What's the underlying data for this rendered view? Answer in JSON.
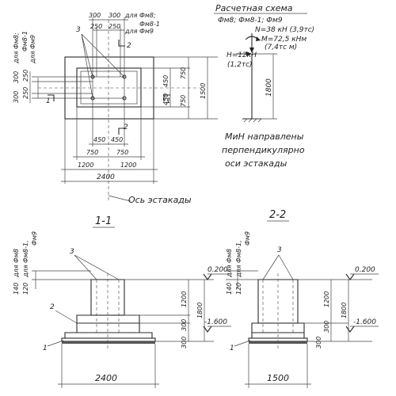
{
  "plan": {
    "dim_top_300a": "300",
    "dim_top_300b": "300",
    "note_fm8": "для Фм8;",
    "note_fm8_1": "Фм8-1",
    "dim_250a": "250",
    "dim_250b": "250",
    "note_fm9": "для Фм9",
    "callout_3": "3",
    "section_mark_1": "1",
    "section_mark_2": "2",
    "left_300a": "300",
    "left_300b": "300",
    "left_note_fm8": "для Фм8;",
    "left_note_fm8_1": "Фм8-1",
    "left_250a": "250",
    "left_250b": "250",
    "left_note_fm9": "для Фм9",
    "right_450a": "450",
    "right_450b": "450",
    "right_750a": "750",
    "right_750b": "750",
    "right_1500": "1500",
    "bot_450a": "450",
    "bot_450b": "450",
    "bot_750a": "750",
    "bot_750b": "750",
    "bot_1200a": "1200",
    "bot_1200b": "1200",
    "bot_2400": "2400",
    "axis_label": "Ось эстакады"
  },
  "scheme": {
    "title": "Расчетная схема",
    "subtitle": "Фм8; Фм8-1; Фм9",
    "n_load": "N=38 кН (3,9тс)",
    "m_load": "М=72,5 кНм",
    "m_load_alt": "(7,4тс м)",
    "h_load": "Н=12кН",
    "h_load_alt": "(1,2тс)",
    "height": "1800",
    "note_line1": "МиН направлены",
    "note_line2": "перпендикулярно",
    "note_line3": "оси эстакады"
  },
  "section1": {
    "title": "1-1",
    "label_140": "140",
    "label_120": "120",
    "label_fm8": "для Фм8",
    "label_fm8_1": "для Фм8-1,",
    "label_fm9": "Фм9",
    "callout_3": "3",
    "callout_2": "2",
    "callout_1": "1",
    "elev_top": "0.200",
    "elev_bottom": "-1.600",
    "dim_1200": "1200",
    "dim_1800": "1800",
    "dim_300a": "300",
    "dim_300b": "300",
    "dim_width": "2400"
  },
  "section2": {
    "title": "2-2",
    "label_140": "140",
    "label_120": "120",
    "label_fm8": "для Фм8",
    "label_fm8_1": "для Фм8-1,",
    "label_fm9": "Фм9",
    "callout_3": "3",
    "callout_1": "1",
    "elev_top": "0.200",
    "elev_bottom": "-1.600",
    "dim_1200": "1200",
    "dim_1800": "1800",
    "dim_300a": "300",
    "dim_300b": "300",
    "dim_width": "1500"
  }
}
